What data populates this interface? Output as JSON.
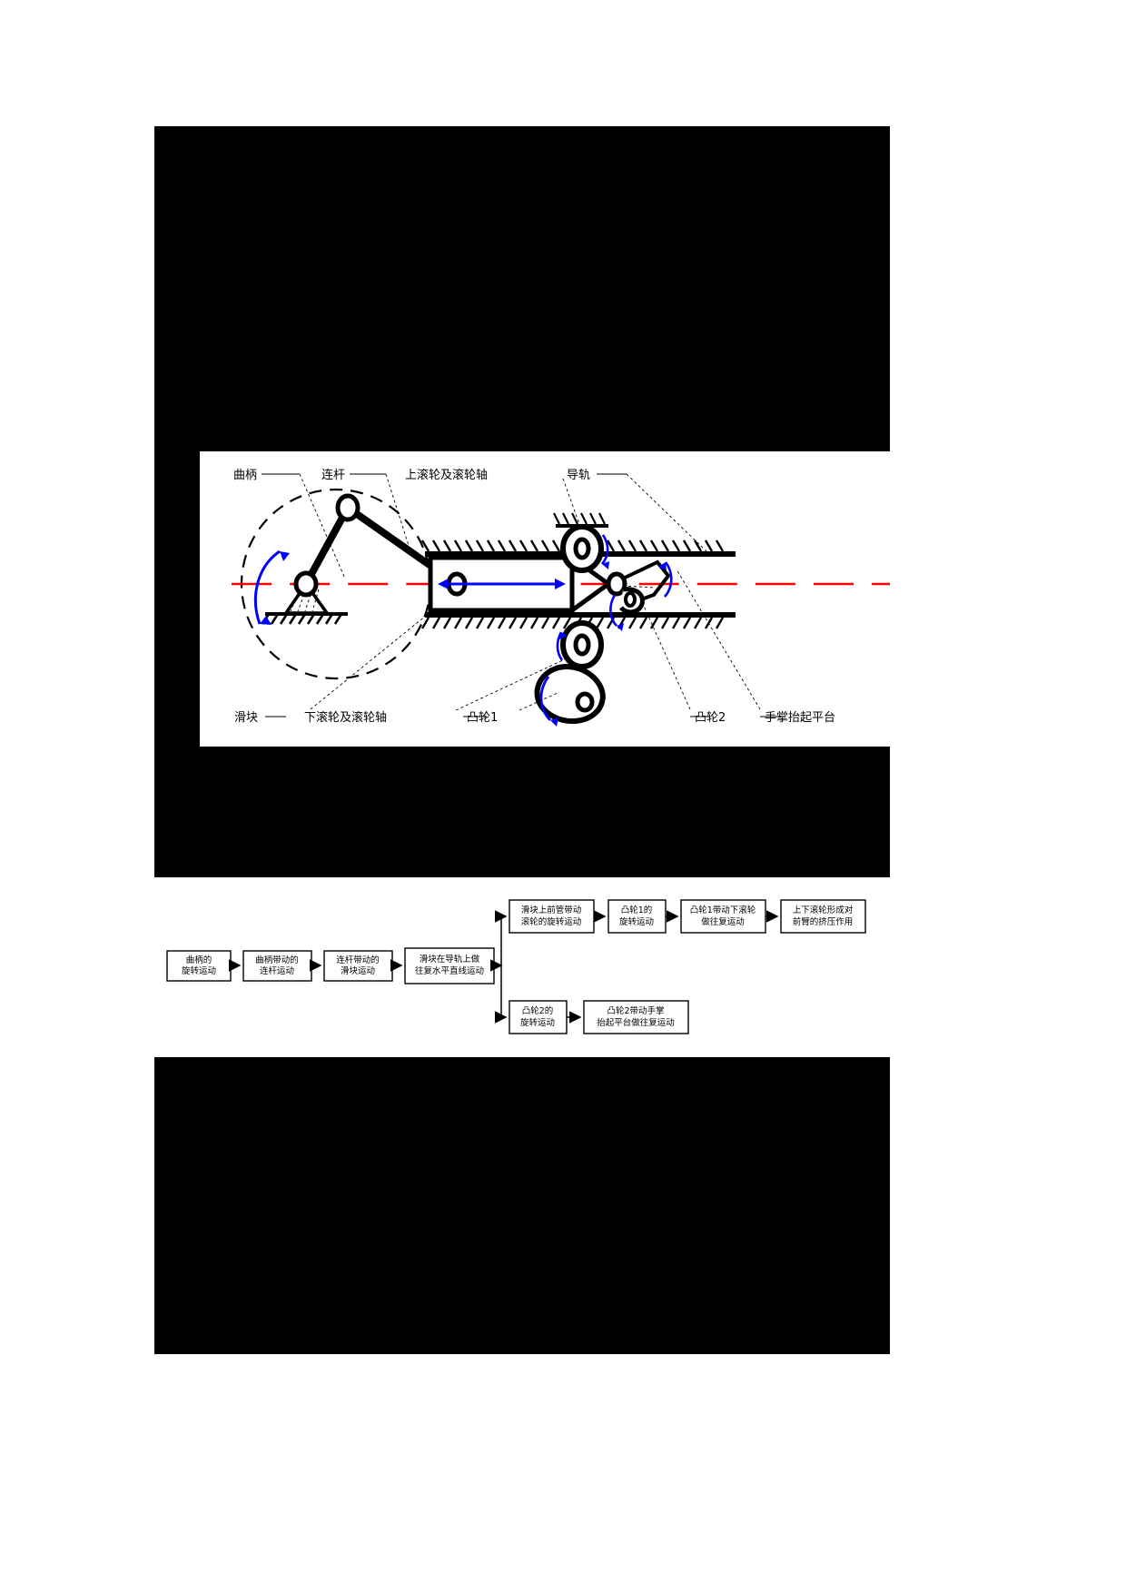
{
  "page": {
    "background_color": "#000000",
    "paper_color": "#ffffff"
  },
  "figure_mechanism": {
    "name": "crank-slider-cam-mechanism-diagram",
    "background": "#ffffff",
    "centerline_color": "#ff0000",
    "motion_arrow_color": "#0000ff",
    "outline_color": "#000000",
    "labels": {
      "crank": "曲柄",
      "connecting_rod": "连杆",
      "upper_roller_and_shaft": "上滚轮及滚轮轴",
      "guide_rail": "导轨",
      "slider": "滑块",
      "lower_roller_and_shaft": "下滚轮及滚轮轴",
      "cam1": "凸轮1",
      "cam2": "凸轮2",
      "palm_lift_platform": "手掌抬起平台"
    }
  },
  "figure_flowchart": {
    "name": "motion-transmission-flowchart",
    "background": "#ffffff",
    "box_border_color": "#000000",
    "arrow_color": "#000000",
    "nodes": [
      {
        "id": "n1",
        "lines": [
          "曲柄的",
          "旋转运动"
        ]
      },
      {
        "id": "n2",
        "lines": [
          "曲柄带动的",
          "连杆运动"
        ]
      },
      {
        "id": "n3",
        "lines": [
          "连杆带动的",
          "滑块运动"
        ]
      },
      {
        "id": "n4",
        "lines": [
          "滑块在导轨上做",
          "往复水平直线运动"
        ]
      },
      {
        "id": "n5",
        "lines": [
          "滑块上前管带动",
          "滚轮的旋转运动"
        ]
      },
      {
        "id": "n6",
        "lines": [
          "凸轮1的",
          "旋转运动"
        ]
      },
      {
        "id": "n7",
        "lines": [
          "凸轮1带动下滚轮",
          "做往复运动"
        ]
      },
      {
        "id": "n8",
        "lines": [
          "上下滚轮形成对",
          "前臂的挤压作用"
        ]
      },
      {
        "id": "n9",
        "lines": [
          "凸轮2的",
          "旋转运动"
        ]
      },
      {
        "id": "n10",
        "lines": [
          "凸轮2带动手掌",
          "抬起平台做往复运动"
        ]
      }
    ],
    "edges": [
      {
        "from": "n1",
        "to": "n2"
      },
      {
        "from": "n2",
        "to": "n3"
      },
      {
        "from": "n3",
        "to": "n4"
      },
      {
        "from": "n4",
        "to": "n5"
      },
      {
        "from": "n5",
        "to": "n6"
      },
      {
        "from": "n6",
        "to": "n7"
      },
      {
        "from": "n7",
        "to": "n8"
      },
      {
        "from": "n4",
        "to": "n9"
      },
      {
        "from": "n9",
        "to": "n10"
      }
    ]
  }
}
